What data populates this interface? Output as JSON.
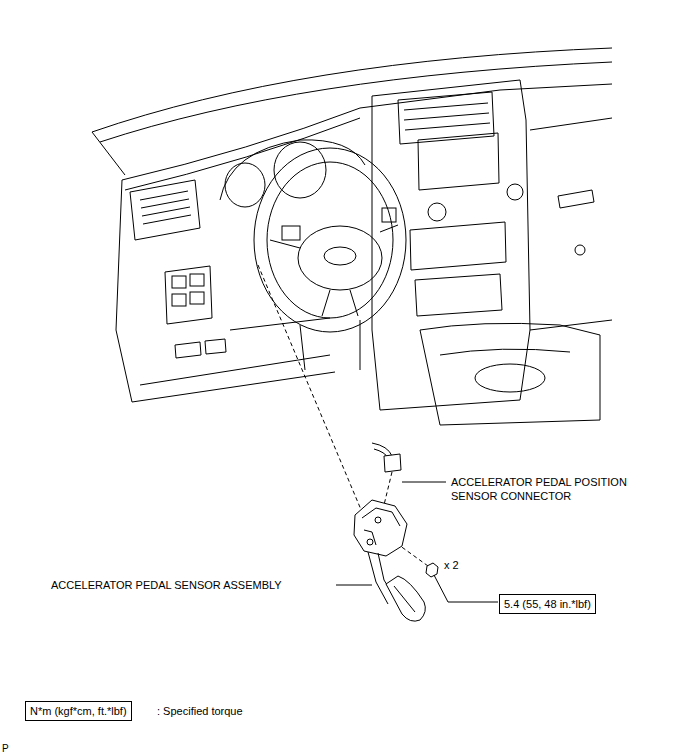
{
  "diagram": {
    "nodes": [
      {
        "text": [
          "5.4 (55, 48 in.*lbf)"
        ]
      },
      {
        "text": [
          "N*m (kgf*cm, ft.*lbf)"
        ]
      }
    ],
    "edges": [],
    "labels": [
      "ACCELERATOR PEDAL POSITION SENSOR CONNECTOR",
      "ACCELERATOR PEDAL SENSOR ASSEMBLY",
      "x 2",
      ": Specified torque",
      "P"
    ]
  }
}
